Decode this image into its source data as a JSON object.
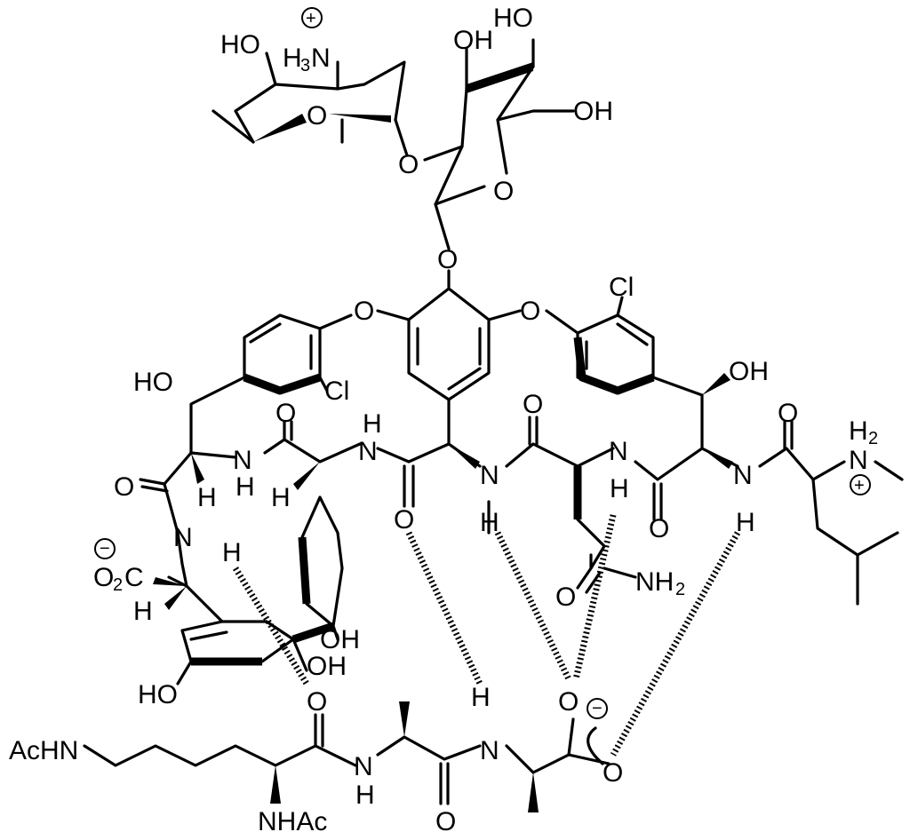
{
  "labels": {
    "ho_1": "HO",
    "h3n": "H",
    "h3n_sub": "3",
    "h3n_n": "N",
    "plus_sym": "+",
    "minus_sym": "−",
    "o_ring1": "O",
    "ho_2": "HO",
    "oh_1": "OH",
    "oh_2": "OH",
    "o_ring2": "O",
    "o_link": "O",
    "o_glyco": "O",
    "o_ether_l": "O",
    "o_ether_r": "O",
    "cl_1": "Cl",
    "cl_2": "Cl",
    "ho_3": "HO",
    "oh_3": "OH",
    "o_c1": "O",
    "h_a": "H",
    "n_a": "N",
    "n_b": "N",
    "h_b": "H",
    "o_c2": "O",
    "n_c": "N",
    "h_c": "H",
    "o_c3": "O",
    "n_d": "N",
    "h_d": "H",
    "o_c4": "O",
    "n_e": "N",
    "h_e": "H",
    "o_c5": "O",
    "h2": "H",
    "h2_sub": "2",
    "n_amine": "N",
    "h_f": "H",
    "h_g": "H",
    "h_h": "H",
    "n_f": "N",
    "h_i": "H",
    "o_c6": "O",
    "o2c_o": "O",
    "o2c_sub": "2",
    "o2c_c": "C",
    "h_j": "H",
    "o_hb1": "O",
    "o_amide": "O",
    "nh2": "NH",
    "nh2_sub": "2",
    "oh_4": "OH",
    "oh_5": "OH",
    "ho_4": "HO",
    "o_pep": "O",
    "o_carbox1": "O",
    "o_carbox2": "O",
    "h_k": "H",
    "n_g": "N",
    "n_h": "N",
    "h_l": "H",
    "acnh": "AcHN",
    "nhac": "NHAc",
    "o_c7": "O",
    "o_c8": "O"
  }
}
